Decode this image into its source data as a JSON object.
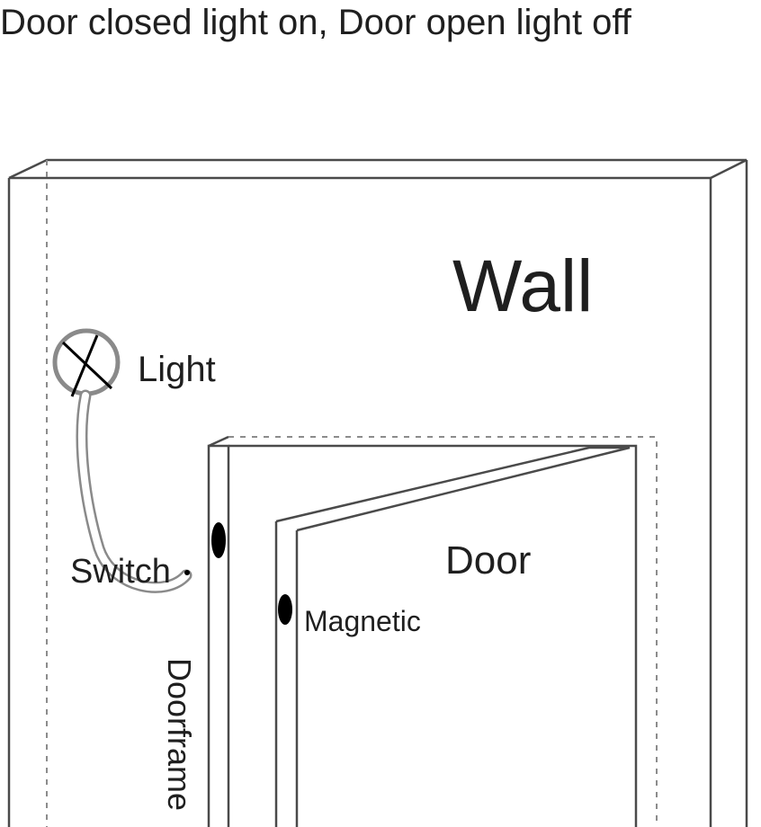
{
  "title": "Door closed light on, Door open light off",
  "labels": {
    "wall": "Wall",
    "light": "Light",
    "switch": "Switch",
    "door": "Door",
    "magnetic": "Magnetic",
    "doorframe": "Doorframe"
  },
  "colors": {
    "line": "#4a4a4a",
    "text": "#1f1f1f",
    "sensor": "#000000",
    "cable": "#bdbdbd"
  },
  "icons": {
    "light": "light-bulb-cross-icon"
  }
}
